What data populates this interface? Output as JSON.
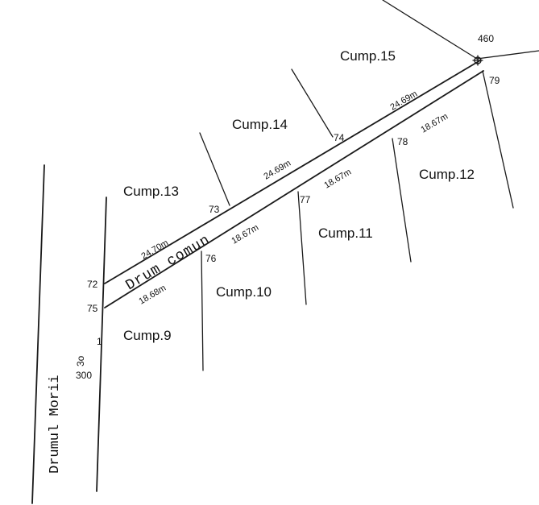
{
  "parcels": {
    "p9": "Cump.9",
    "p10": "Cump.10",
    "p11": "Cump.11",
    "p12": "Cump.12",
    "p13": "Cump.13",
    "p14": "Cump.14",
    "p15": "Cump.15"
  },
  "points": {
    "n1": "1",
    "n300": "300",
    "n460": "460",
    "n72": "72",
    "n73": "73",
    "n74": "74",
    "n75": "75",
    "n76": "76",
    "n77": "77",
    "n78": "78",
    "n79": "79"
  },
  "distances": {
    "top_72_73": "24.70m",
    "top_73_74": "24.69m",
    "top_74_460": "24.69m",
    "bot_75_76": "18.68m",
    "bot_76_77": "18.67m",
    "bot_77_78": "18.67m",
    "bot_78_79": "18.67m"
  },
  "road_labels": {
    "drumul_morii": "Drumul Morii",
    "drum_comun": "Drum comun",
    "road_marker": "3o"
  }
}
